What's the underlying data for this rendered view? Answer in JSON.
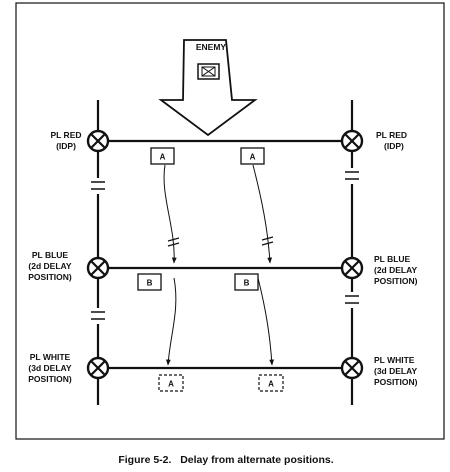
{
  "enemy_label": "ENEMY",
  "phase_lines": {
    "red": {
      "name": "PL RED",
      "sub": "(IDP)"
    },
    "blue": {
      "name": "PL BLUE",
      "sub1": "(2d DELAY",
      "sub2": "POSITION)"
    },
    "white": {
      "name": "PL WHITE",
      "sub1": "(3d DELAY",
      "sub2": "POSITION)"
    }
  },
  "units": {
    "red_left": "A",
    "red_right": "A",
    "blue_left": "B",
    "blue_right": "B",
    "white_left": "A",
    "white_right": "A"
  },
  "caption": "Figure 5-2.   Delay from alternate positions."
}
